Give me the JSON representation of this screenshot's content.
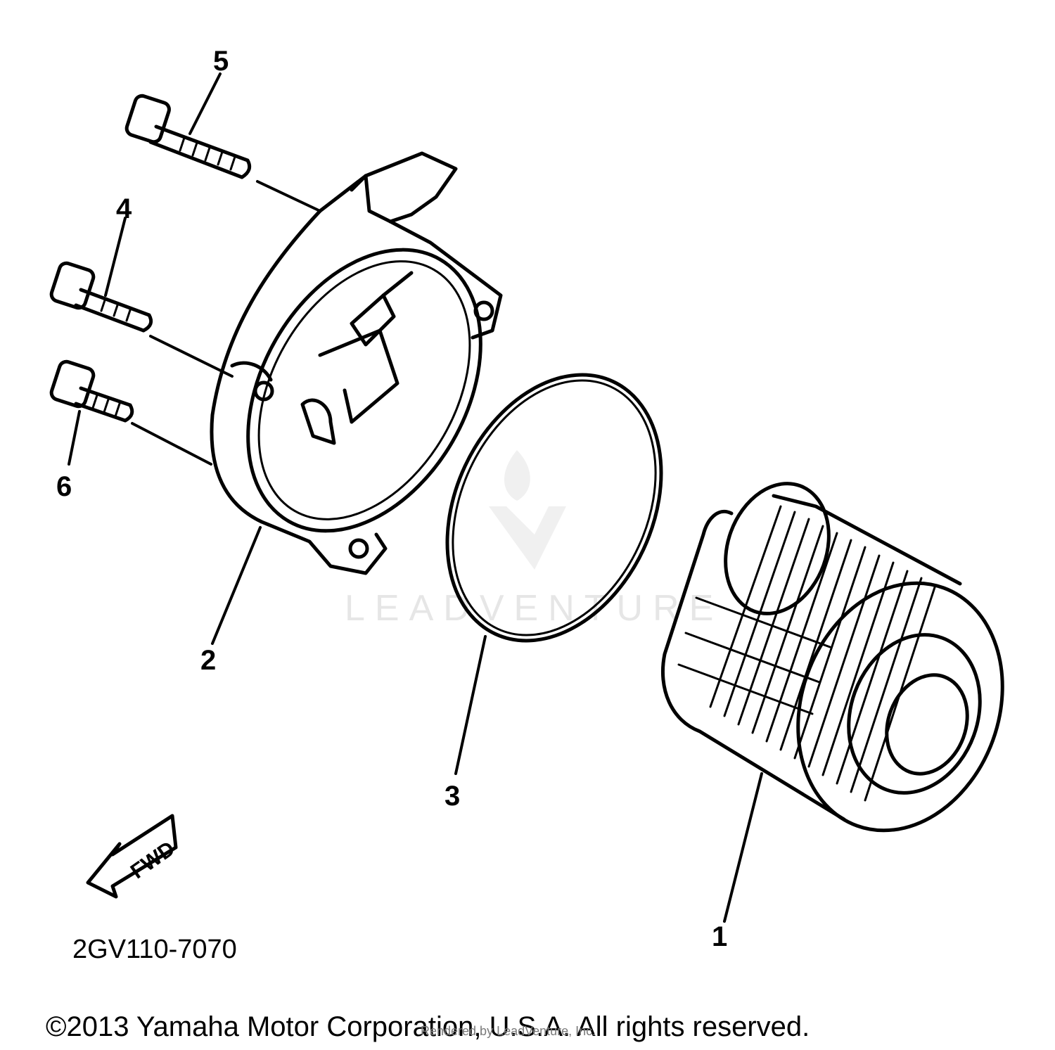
{
  "callouts": {
    "filter": "1",
    "cover": "2",
    "o_ring": "3",
    "bolt_mid": "4",
    "bolt_top": "5",
    "bolt_low": "6"
  },
  "direction_mark": "FWD",
  "diagram_code": "2GV110-7070",
  "copyright": "©2013 Yamaha Motor Corporation, U.S.A. All rights reserved.",
  "watermark": {
    "brand": "LEADVENTURE",
    "overlay": "Rendered by LeadVenture, Inc.",
    "logo": "flame-v-logo"
  }
}
